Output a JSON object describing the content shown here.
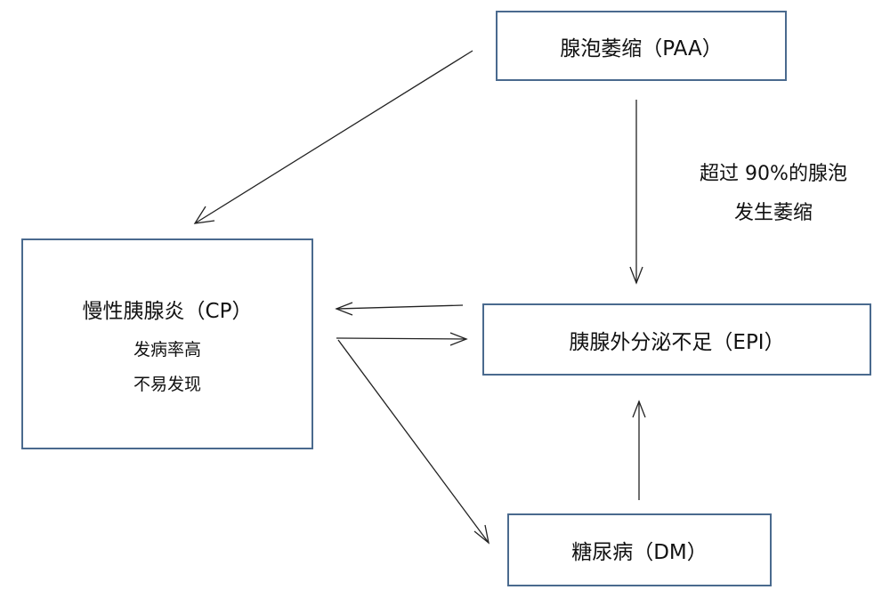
{
  "nodes": {
    "paa": {
      "label": "腺泡萎缩（PAA）"
    },
    "cp": {
      "label": "慢性胰腺炎（CP）",
      "line1": "发病率高",
      "line2": "不易发现"
    },
    "epi": {
      "label": "胰腺外分泌不足（EPI）"
    },
    "dm": {
      "label": "糖尿病（DM）"
    }
  },
  "edges": {
    "paa_to_epi": {
      "line1": "超过 90%的腺泡",
      "line2": "发生萎缩"
    }
  },
  "colors": {
    "box_border": "#4a6a8e",
    "arrow": "#222222",
    "text": "#111111"
  }
}
